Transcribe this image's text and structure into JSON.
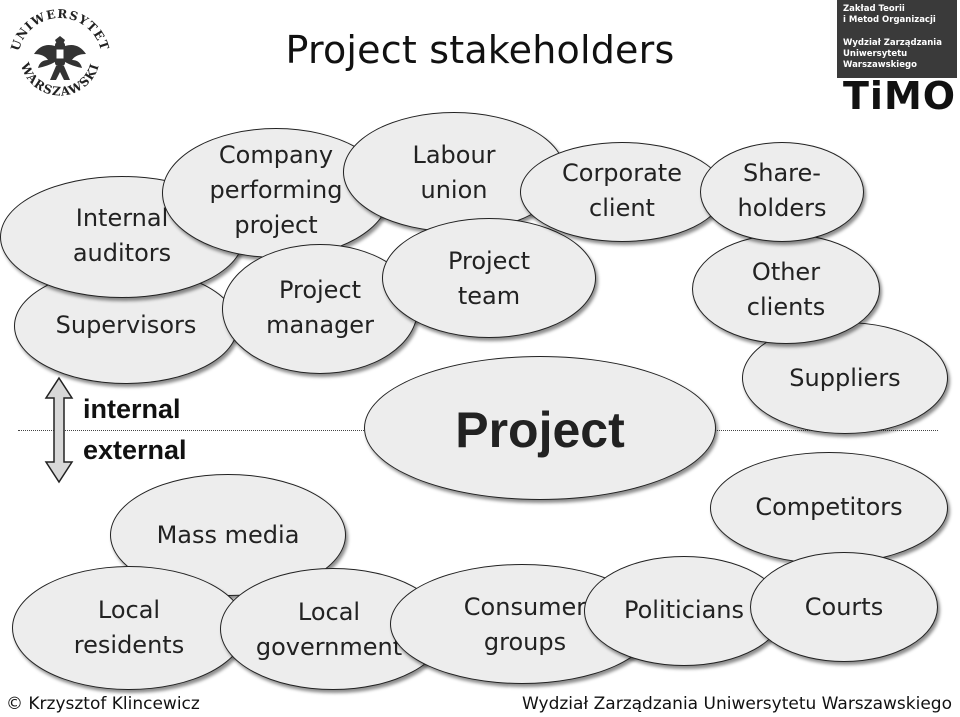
{
  "title": "Project stakeholders",
  "logo_left": {
    "text": "UNIWERSYTET WARSZAWSKI"
  },
  "logo_right": {
    "line1": "Zakład Teorii",
    "line2": "i Metod Organizacji",
    "line3": "Wydział Zarządzania",
    "line4": "Uniwersytetu",
    "line5": "Warszawskiego",
    "brand": "TiMO"
  },
  "divider": {
    "internal": "internal",
    "external": "external"
  },
  "stakeholders": {
    "internal_auditors": "Internal\nauditors",
    "supervisors": "Supervisors",
    "company_performing_project": "Company\nperforming\nproject",
    "project_manager": "Project\nmanager",
    "labour_union": "Labour\nunion",
    "project_team": "Project\nteam",
    "corporate_client": "Corporate\nclient",
    "shareholders": "Share-\nholders",
    "other_clients": "Other\nclients",
    "suppliers": "Suppliers",
    "project": "Project",
    "competitors": "Competitors",
    "mass_media": "Mass media",
    "local_residents": "Local\nresidents",
    "local_government": "Local\ngovernment",
    "consumer_groups": "Consumer\ngroups",
    "politicians": "Politicians",
    "courts": "Courts"
  },
  "footer": {
    "left": "© Krzysztof Klincewicz",
    "right": "Wydział Zarządzania Uniwersytetu Warszawskiego"
  },
  "colors": {
    "oval_fill": "#ededed",
    "oval_border": "#222222",
    "logo_bg": "#3a3a3a"
  }
}
